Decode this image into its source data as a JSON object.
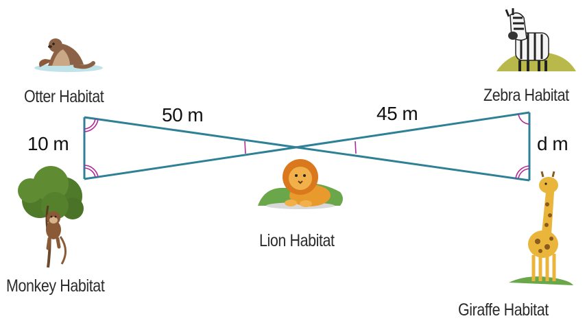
{
  "habitats": {
    "otter": "Otter Habitat",
    "monkey": "Monkey Habitat",
    "lion": "Lion Habitat",
    "zebra": "Zebra Habitat",
    "giraffe": "Giraffe Habitat"
  },
  "measurements": {
    "otter_to_center": "50 m",
    "zebra_to_center": "45 m",
    "otter_to_monkey": "10 m",
    "zebra_to_giraffe": "d m"
  },
  "colors": {
    "segment": "#2e8096",
    "angle_mark": "#b0289a",
    "text": "#2b2b2b"
  },
  "icons": [
    "otter-icon",
    "monkey-icon",
    "lion-icon",
    "zebra-icon",
    "giraffe-icon"
  ]
}
